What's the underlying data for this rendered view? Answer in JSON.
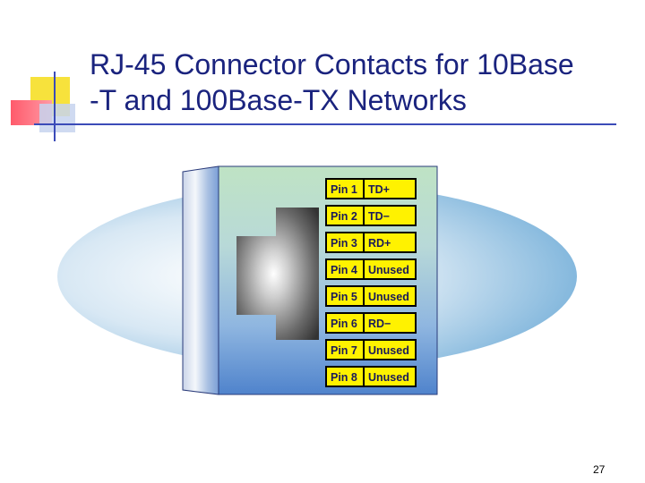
{
  "title": {
    "line1": "RJ-45 Connector Contacts for 10Base",
    "line2": "-T and 100Base-TX Networks"
  },
  "page_number": "27",
  "pins": [
    {
      "pin": "Pin 1",
      "signal": "TD+"
    },
    {
      "pin": "Pin 2",
      "signal": "TD−"
    },
    {
      "pin": "Pin 3",
      "signal": "RD+"
    },
    {
      "pin": "Pin 4",
      "signal": "Unused"
    },
    {
      "pin": "Pin 5",
      "signal": "Unused"
    },
    {
      "pin": "Pin 6",
      "signal": "RD−"
    },
    {
      "pin": "Pin 7",
      "signal": "Unused"
    },
    {
      "pin": "Pin 8",
      "signal": "Unused"
    }
  ],
  "colors": {
    "title": "#1a237e",
    "pin_fill": "#fff200",
    "pin_border": "#000000",
    "ellipse": "#8fc1e3",
    "accent_line": "#3b4bb8"
  }
}
